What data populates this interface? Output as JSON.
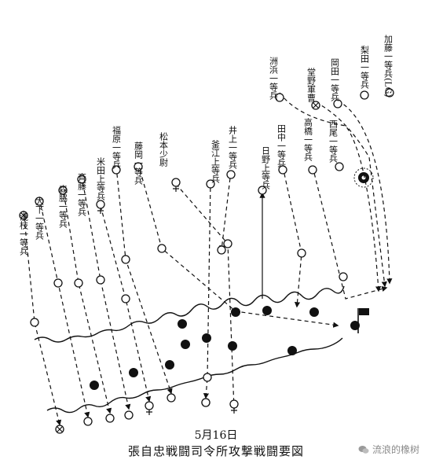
{
  "soldiers": [
    {
      "id": "asa",
      "label": "淺枝一等兵",
      "sym": "x"
    },
    {
      "id": "oshita",
      "label": "大下一等兵",
      "sym": "o"
    },
    {
      "id": "morigane",
      "label": "森脇一等兵",
      "sym": "o"
    },
    {
      "id": "saito",
      "label": "斉藤一等兵",
      "sym": "o"
    },
    {
      "id": "yoneda",
      "label": "米田上等兵",
      "sym": "plus"
    },
    {
      "id": "fukuhara",
      "label": "福原一等兵",
      "sym": "o"
    },
    {
      "id": "fujioka",
      "label": "藤岡一等兵",
      "sym": "o"
    },
    {
      "id": "matsumoto",
      "label": "松本少尉",
      "sym": "officer"
    },
    {
      "id": "kamae",
      "label": "釜江上等兵",
      "sym": "o"
    },
    {
      "id": "inoue",
      "label": "井上一等兵",
      "sym": "o"
    },
    {
      "id": "hino",
      "label": "日野上等兵",
      "sym": "o"
    },
    {
      "id": "tanaka",
      "label": "田中一等兵",
      "sym": "o"
    },
    {
      "id": "takahashi",
      "label": "高橋一等兵",
      "sym": "o"
    },
    {
      "id": "suhama",
      "label": "洲浜一等兵",
      "sym": "o"
    },
    {
      "id": "dono",
      "label": "堂野軍曹",
      "sym": "x"
    },
    {
      "id": "nishio",
      "label": "西尾一等兵",
      "sym": "o"
    },
    {
      "id": "okada",
      "label": "岡田一等兵",
      "sym": "o"
    },
    {
      "id": "nashida",
      "label": "梨田一等兵",
      "sym": "o"
    },
    {
      "id": "kato",
      "label": "加藤一等兵(LG)",
      "sym": "o"
    }
  ],
  "caption": {
    "date": "5月16日",
    "title": "張自忠戦闘司令所攻撃戦闘要図"
  },
  "watermark": {
    "text": "流浪的橡树"
  }
}
